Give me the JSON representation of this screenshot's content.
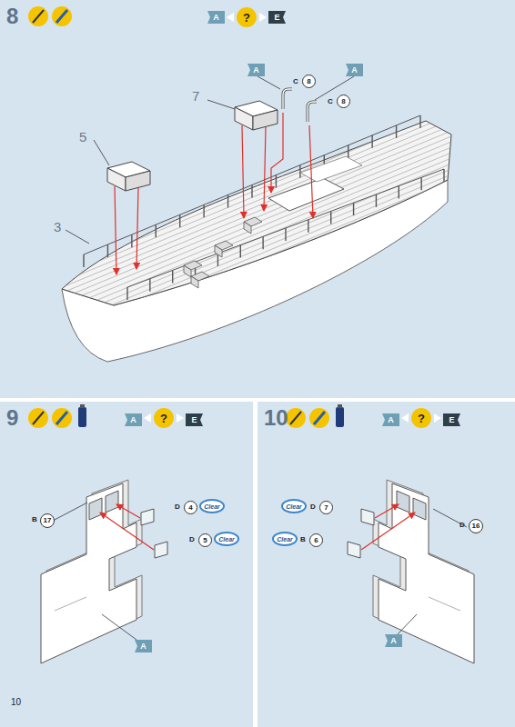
{
  "diagram": {
    "nodes": [
      {
        "text": [
          "8"
        ]
      },
      {
        "text": [
          "A"
        ],
        "in": 0
      },
      {
        "text": [
          "?"
        ],
        "in": 0
      },
      {
        "text": [
          "E"
        ],
        "in": 0
      },
      {
        "text": [
          "A"
        ],
        "in": 0
      },
      {
        "text": [
          "8"
        ],
        "in": 0
      },
      {
        "text": [
          "A"
        ],
        "in": 0
      },
      {
        "text": [
          "8"
        ],
        "in": 0
      },
      {
        "text": [
          "9"
        ]
      },
      {
        "text": [
          "A"
        ],
        "in": 8
      },
      {
        "text": [
          "?"
        ],
        "in": 8
      },
      {
        "text": [
          "E"
        ],
        "in": 8
      },
      {
        "text": [
          "17"
        ],
        "in": 8
      },
      {
        "text": [
          "4"
        ],
        "in": 8
      },
      {
        "text": [
          "Clear"
        ],
        "in": 8
      },
      {
        "text": [
          "5"
        ],
        "in": 8
      },
      {
        "text": [
          "Clear"
        ],
        "in": 8
      },
      {
        "text": [
          "A"
        ],
        "in": 8
      },
      {
        "text": [
          "10"
        ]
      },
      {
        "text": [
          "A"
        ],
        "in": 18
      },
      {
        "text": [
          "?"
        ],
        "in": 18
      },
      {
        "text": [
          "E"
        ],
        "in": 18
      },
      {
        "text": [
          "Clear"
        ],
        "in": 18
      },
      {
        "text": [
          "7"
        ],
        "in": 18
      },
      {
        "text": [
          "16"
        ],
        "in": 18
      },
      {
        "text": [
          "Clear"
        ],
        "in": 18
      },
      {
        "text": [
          "6"
        ],
        "in": 18
      },
      {
        "text": [
          "A"
        ],
        "in": 18
      }
    ],
    "labels": [
      "C",
      "C",
      "7",
      "5",
      "3",
      "B",
      "D",
      "D",
      "D",
      "D",
      "B",
      "10"
    ]
  }
}
